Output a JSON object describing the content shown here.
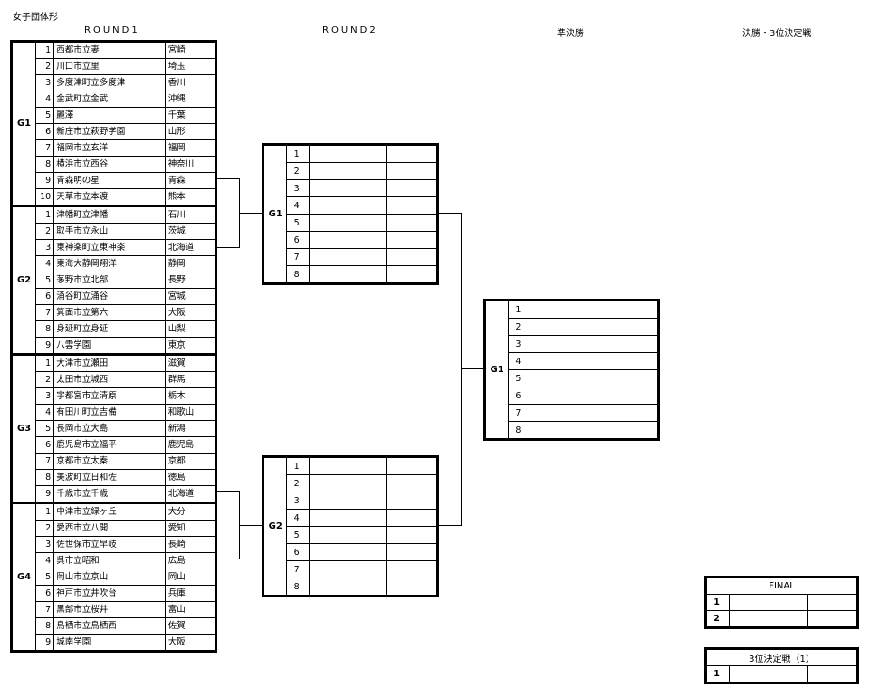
{
  "title": "女子団体形",
  "headers": {
    "round1": "ROUND1",
    "round2": "ROUND2",
    "semi": "準決勝",
    "final": "決勝・3位決定戦"
  },
  "round1_groups": [
    {
      "label": "G1",
      "rows": [
        {
          "no": "1",
          "school": "西都市立妻",
          "pref": "宮崎"
        },
        {
          "no": "2",
          "school": "川口市立里",
          "pref": "埼玉"
        },
        {
          "no": "3",
          "school": "多度津町立多度津",
          "pref": "香川"
        },
        {
          "no": "4",
          "school": "金武町立金武",
          "pref": "沖縄"
        },
        {
          "no": "5",
          "school": "麗澤",
          "pref": "千葉"
        },
        {
          "no": "6",
          "school": "新庄市立萩野学園",
          "pref": "山形"
        },
        {
          "no": "7",
          "school": "福岡市立玄洋",
          "pref": "福岡"
        },
        {
          "no": "8",
          "school": "横浜市立西谷",
          "pref": "神奈川"
        },
        {
          "no": "9",
          "school": "青森明の星",
          "pref": "青森"
        },
        {
          "no": "10",
          "school": "天草市立本渡",
          "pref": "熊本"
        }
      ]
    },
    {
      "label": "G2",
      "rows": [
        {
          "no": "1",
          "school": "津幡町立津幡",
          "pref": "石川"
        },
        {
          "no": "2",
          "school": "取手市立永山",
          "pref": "茨城"
        },
        {
          "no": "3",
          "school": "東神楽町立東神楽",
          "pref": "北海道"
        },
        {
          "no": "4",
          "school": "東海大静岡翔洋",
          "pref": "静岡"
        },
        {
          "no": "5",
          "school": "茅野市立北部",
          "pref": "長野"
        },
        {
          "no": "6",
          "school": "涌谷町立涌谷",
          "pref": "宮城"
        },
        {
          "no": "7",
          "school": "箕面市立第六",
          "pref": "大阪"
        },
        {
          "no": "8",
          "school": "身延町立身延",
          "pref": "山梨"
        },
        {
          "no": "9",
          "school": "八雲学園",
          "pref": "東京"
        }
      ]
    },
    {
      "label": "G3",
      "rows": [
        {
          "no": "1",
          "school": "大津市立瀬田",
          "pref": "滋賀"
        },
        {
          "no": "2",
          "school": "太田市立城西",
          "pref": "群馬"
        },
        {
          "no": "3",
          "school": "宇都宮市立清原",
          "pref": "栃木"
        },
        {
          "no": "4",
          "school": "有田川町立吉備",
          "pref": "和歌山"
        },
        {
          "no": "5",
          "school": "長岡市立大島",
          "pref": "新潟"
        },
        {
          "no": "6",
          "school": "鹿児島市立福平",
          "pref": "鹿児島"
        },
        {
          "no": "7",
          "school": "京都市立太秦",
          "pref": "京都"
        },
        {
          "no": "8",
          "school": "美波町立日和佐",
          "pref": "徳島"
        },
        {
          "no": "9",
          "school": "千歳市立千歳",
          "pref": "北海道"
        }
      ]
    },
    {
      "label": "G4",
      "rows": [
        {
          "no": "1",
          "school": "中津市立緑ヶ丘",
          "pref": "大分"
        },
        {
          "no": "2",
          "school": "愛西市立八開",
          "pref": "愛知"
        },
        {
          "no": "3",
          "school": "佐世保市立早岐",
          "pref": "長崎"
        },
        {
          "no": "4",
          "school": "呉市立昭和",
          "pref": "広島"
        },
        {
          "no": "5",
          "school": "岡山市立京山",
          "pref": "岡山"
        },
        {
          "no": "6",
          "school": "神戸市立井吹台",
          "pref": "兵庫"
        },
        {
          "no": "7",
          "school": "黒部市立桜井",
          "pref": "富山"
        },
        {
          "no": "8",
          "school": "鳥栖市立鳥栖西",
          "pref": "佐賀"
        },
        {
          "no": "9",
          "school": "城南学園",
          "pref": "大阪"
        }
      ]
    }
  ],
  "round2_groups": [
    {
      "label": "G1",
      "slots": [
        "1",
        "2",
        "3",
        "4",
        "5",
        "6",
        "7",
        "8"
      ]
    },
    {
      "label": "G2",
      "slots": [
        "1",
        "2",
        "3",
        "4",
        "5",
        "6",
        "7",
        "8"
      ]
    }
  ],
  "semi_group": {
    "label": "G1",
    "slots": [
      "1",
      "2",
      "3",
      "4",
      "5",
      "6",
      "7",
      "8"
    ]
  },
  "final_box": {
    "caption": "FINAL",
    "slots": [
      "1",
      "2"
    ]
  },
  "third_box": {
    "caption": "3位決定戦（1）",
    "slots": [
      "1"
    ]
  }
}
